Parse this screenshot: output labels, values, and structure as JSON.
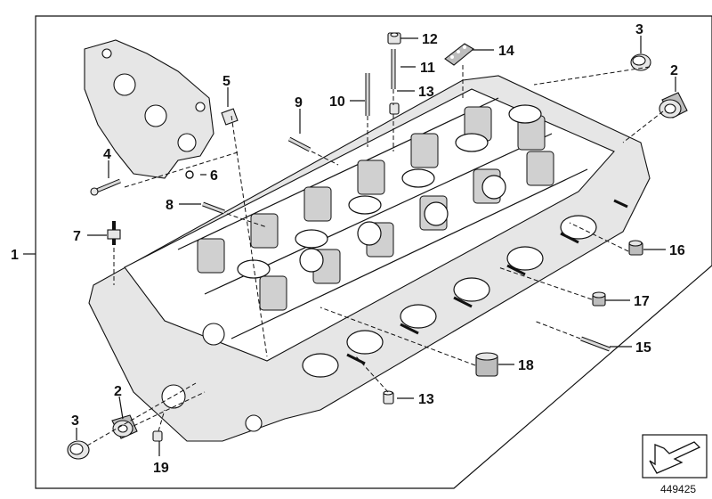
{
  "diagram": {
    "callouts": {
      "c1": "1",
      "c2a": "2",
      "c2b": "2",
      "c3a": "3",
      "c3b": "3",
      "c4": "4",
      "c5": "5",
      "c6": "6",
      "c7": "7",
      "c8": "8",
      "c9": "9",
      "c10": "10",
      "c11": "11",
      "c12": "12",
      "c13a": "13",
      "c13b": "13",
      "c14": "14",
      "c15": "15",
      "c16": "16",
      "c17": "17",
      "c18": "18",
      "c19": "19"
    },
    "document_number": "449425"
  }
}
